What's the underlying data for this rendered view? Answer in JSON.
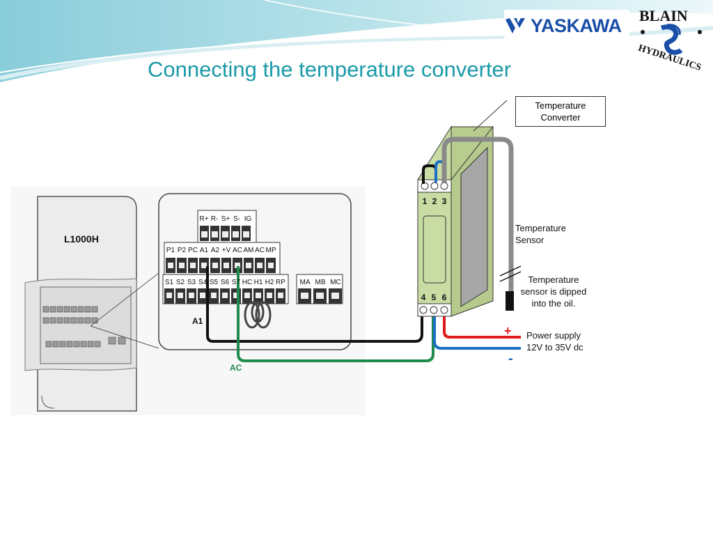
{
  "title": "Connecting the temperature converter",
  "logos": {
    "yaskawa": "YASKAWA",
    "blain_top": "BLAIN",
    "blain_ring": "HYDRAULICS"
  },
  "drive": {
    "model": "L1000H",
    "label_a1": "A1",
    "label_ac": "AC",
    "row_top": [
      "R+",
      "R-",
      "S+",
      "S-",
      "IG"
    ],
    "row_mid": [
      "P1",
      "P2",
      "PC",
      "A1",
      "A2",
      "+V",
      "AC",
      "AM",
      "AC",
      "MP"
    ],
    "row_bot": [
      "S1",
      "S2",
      "S3",
      "S4",
      "S5",
      "S6",
      "S7",
      "HC",
      "H1",
      "H2",
      "RP"
    ],
    "row_relay": [
      "MA",
      "MB",
      "MC"
    ]
  },
  "converter": {
    "box_label_1": "Temperature",
    "box_label_2": "Converter",
    "terminals_top": [
      "1",
      "2",
      "3"
    ],
    "terminals_bottom": [
      "4",
      "5",
      "6"
    ]
  },
  "sensor": {
    "label_1": "Temperature",
    "label_2": "Sensor",
    "note_1": "Temperature",
    "note_2": "sensor is dipped",
    "note_3": "into the oil."
  },
  "power": {
    "plus": "+",
    "minus": "-",
    "label_1": "Power supply",
    "label_2": "12V to 35V dc"
  },
  "colors": {
    "title": "#1a9aa8",
    "converter_body": "#c9dca4",
    "wire_black": "#111111",
    "wire_green": "#1f8a4c",
    "wire_red": "#e01b1b",
    "wire_blue": "#1b6fc4",
    "wire_gray": "#8a8a8a",
    "plus": "#e01b1b",
    "minus": "#1b6fc4"
  }
}
